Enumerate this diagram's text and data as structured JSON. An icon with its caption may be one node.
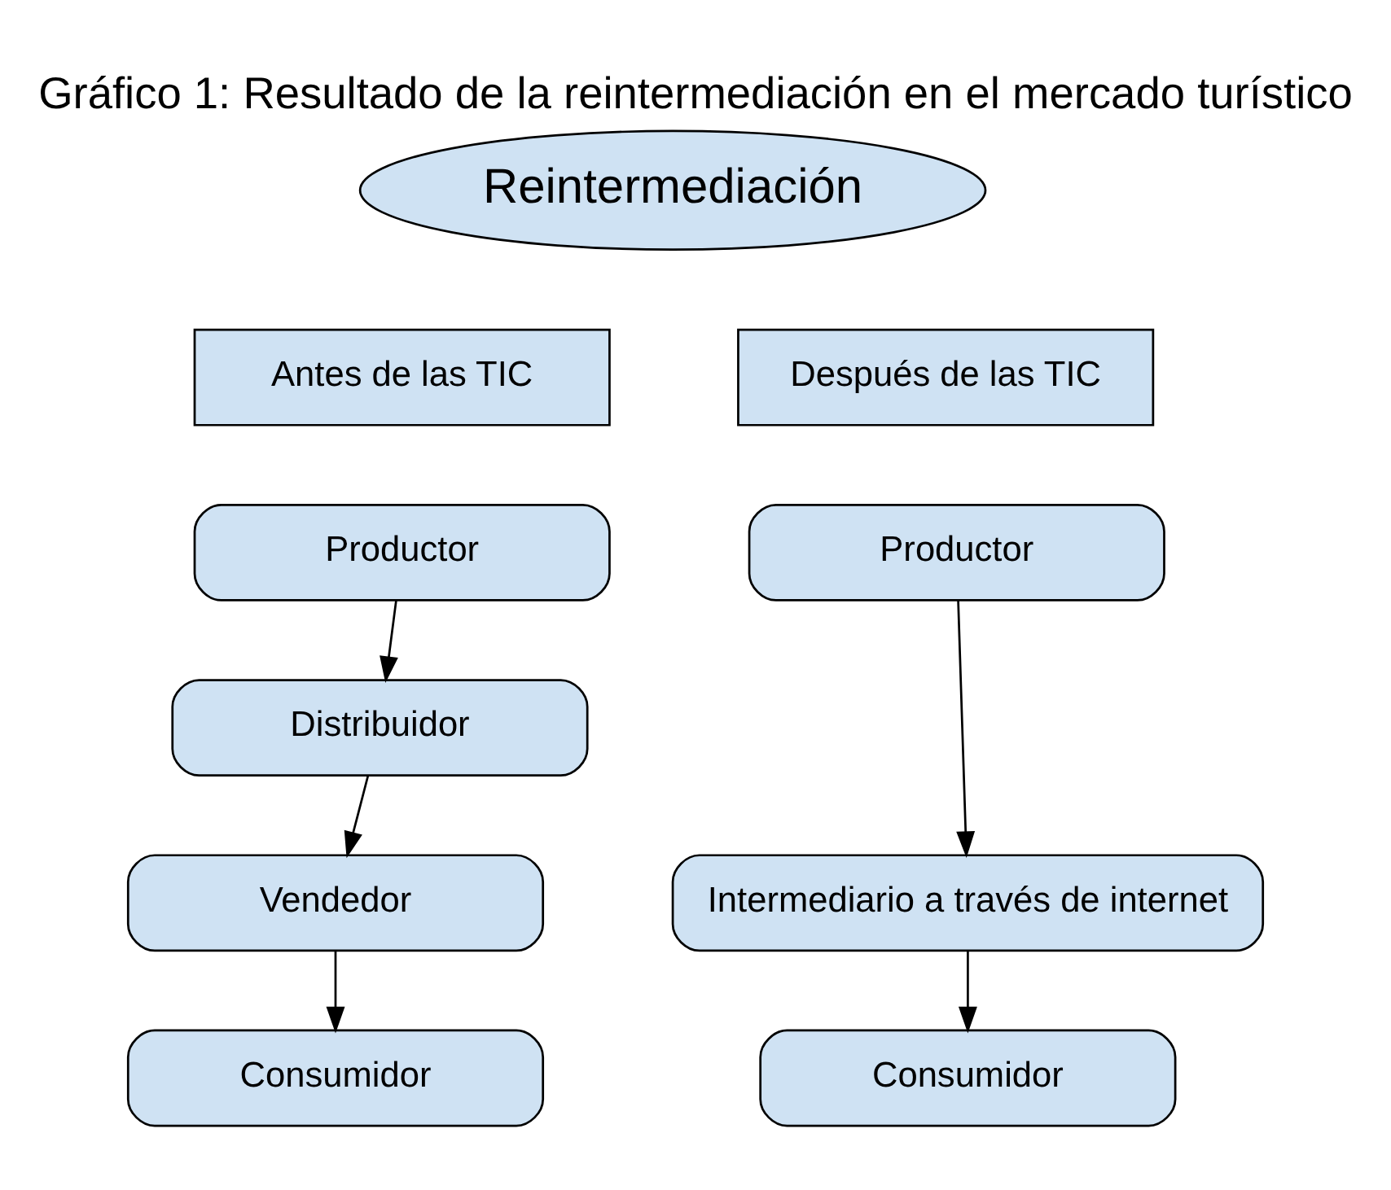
{
  "diagram": {
    "title": "Gráfico 1: Resultado de la reintermediación en el mercado turístico",
    "nodes": [
      {
        "text": [
          "Reintermediación"
        ]
      },
      {
        "text": [
          "Antes de las TIC"
        ]
      },
      {
        "text": [
          "Después de las TIC"
        ]
      },
      {
        "text": [
          "Productor"
        ]
      },
      {
        "text": [
          "Distribuidor"
        ]
      },
      {
        "text": [
          "Vendedor"
        ]
      },
      {
        "text": [
          "Consumidor"
        ]
      },
      {
        "text": [
          "Productor"
        ]
      },
      {
        "text": [
          "Intermediario a través de internet"
        ]
      },
      {
        "text": [
          "Consumidor"
        ]
      }
    ],
    "edges": [
      {
        "from": 3,
        "to": 4,
        "arrow": "to"
      },
      {
        "from": 4,
        "to": 5,
        "arrow": "to"
      },
      {
        "from": 5,
        "to": 6,
        "arrow": "to"
      },
      {
        "from": 7,
        "to": 8,
        "arrow": "to"
      },
      {
        "from": 8,
        "to": 9,
        "arrow": "to"
      }
    ]
  }
}
